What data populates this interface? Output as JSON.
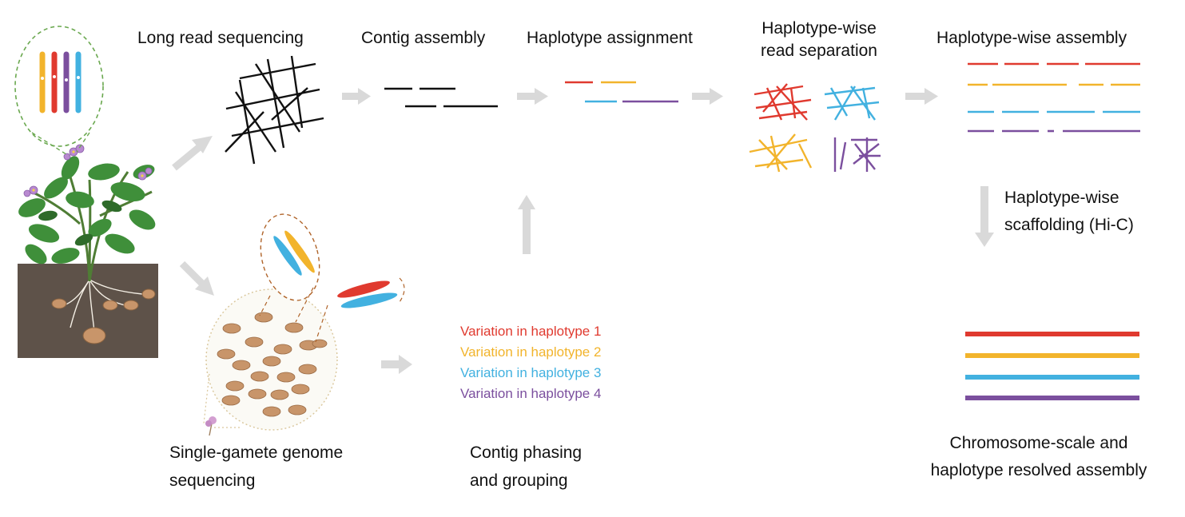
{
  "labels": {
    "long_read": "Long read sequencing",
    "contig_assembly": "Contig assembly",
    "haplotype_assignment": "Haplotype assignment",
    "read_sep_line1": "Haplotype-wise",
    "read_sep_line2": "read separation",
    "hap_assembly": "Haplotype-wise assembly",
    "scaffolding_line1": "Haplotype-wise",
    "scaffolding_line2": "scaffolding (Hi-C)",
    "gamete_line1": "Single-gamete genome",
    "gamete_line2": "sequencing",
    "phasing_line1": "Contig phasing",
    "phasing_line2": "and grouping",
    "final_line1": "Chromosome-scale and",
    "final_line2": "haplotype resolved assembly"
  },
  "variations": [
    "Variation in haplotype 1",
    "Variation in haplotype 2",
    "Variation in haplotype 3",
    "Variation in haplotype 4"
  ],
  "colors": {
    "hap1": "#e03a2f",
    "hap2": "#f2b42c",
    "hap3": "#42b1e0",
    "hap4": "#7b4f9e",
    "arrow": "#d9d9d9",
    "soil": "#5e5249",
    "leaf": "#3f8f3a",
    "pollen": "#c8956a",
    "dashed_green": "#6aa84f",
    "dashed_brown": "#b0642a"
  }
}
